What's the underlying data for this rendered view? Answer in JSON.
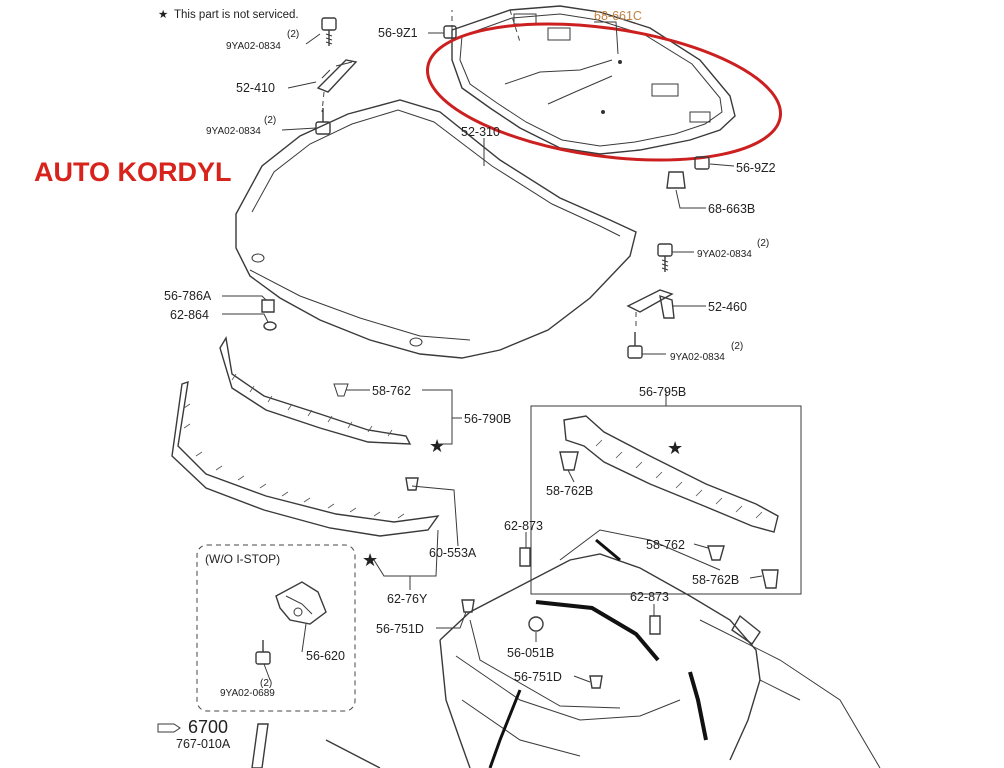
{
  "note": {
    "star": "★",
    "text": "This part is not serviced."
  },
  "watermark": {
    "text": "AUTO KORDYL",
    "color": "#d8231c"
  },
  "highlight": {
    "color": "#cc2020"
  },
  "labels": {
    "p_56_9Z1": "56-9Z1",
    "p_68_661C": "68-661C",
    "p_9YA02_0834_a": "9YA02-0834",
    "q_a": "(2)",
    "p_52_410": "52-410",
    "p_9YA02_0834_b": "9YA02-0834",
    "q_b": "(2)",
    "p_52_310": "52-310",
    "p_56_9Z2": "56-9Z2",
    "p_68_663B": "68-663B",
    "p_9YA02_0834_c": "9YA02-0834",
    "q_c": "(2)",
    "p_52_460": "52-460",
    "p_9YA02_0834_d": "9YA02-0834",
    "q_d": "(2)",
    "p_56_786A": "56-786A",
    "p_62_864": "62-864",
    "p_58_762_a": "58-762",
    "p_56_790B": "56-790B",
    "p_56_795B": "56-795B",
    "p_58_762B_a": "58-762B",
    "p_58_762_b": "58-762",
    "p_58_762B_b": "58-762B",
    "p_62_873_a": "62-873",
    "p_62_873_b": "62-873",
    "p_60_553A": "60-553A",
    "p_62_76Y": "62-76Y",
    "p_56_751D_a": "56-751D",
    "p_56_051B": "56-051B",
    "p_56_751D_b": "56-751D",
    "p_56_620": "56-620",
    "p_9YA02_0689": "9YA02-0689",
    "q_e": "(2)",
    "wo_istop": "(W/O I-STOP)",
    "ref_6700": "6700",
    "ref_767_010A": "767-010A"
  }
}
